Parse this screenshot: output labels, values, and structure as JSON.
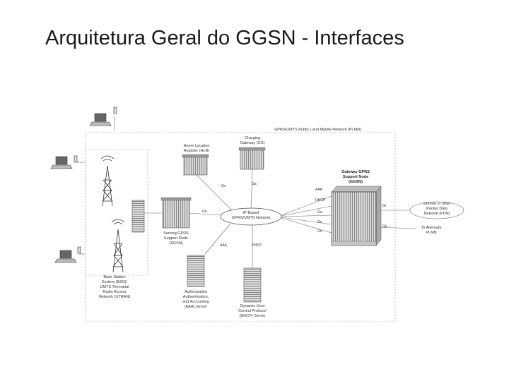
{
  "slide": {
    "title": "Arquitetura Geral do GGSN - Interfaces"
  },
  "diagram": {
    "plmn_label": "GPRS/UMTS Public Land Mobile Network (PLMN)",
    "nodes": {
      "hlr": "Home Location\nRegister (HLR)",
      "cg": "Charging\nGateway (CG)",
      "ggsn": "Gateway GPRS\nSupport Node\n(GGSN)",
      "sgsn": "Serving GPRS\nSupport Node\n(SGSN)",
      "ip_network": "IP-Based\nGPRS/UMTS Network",
      "bss": "Base Station\nSystem (BSS)/\nUMTS Terrestrial\nRadio Access\nNetwork (UTRAN)",
      "aaa": "Authorization\nAuthentication,\nand Accounting\n(AAA) Server",
      "dhcp": "Dynamic Host\nControl Protocol\n(DHCP) Server",
      "pdn": "Internet or other\nPacket Data\nNetwork (PDN)",
      "alt_plmn": "To Alternate\nPLMN"
    },
    "interfaces": {
      "gc": "Gc",
      "ga": "Ga",
      "gn_sgsn": "Gn",
      "aaa_link": "AAA",
      "dhcp_link": "DHCP",
      "ggsn_aaa": "AAA",
      "ggsn_dhcp": "DHCP",
      "ggsn_ga": "Ga",
      "ggsn_gn": "Gn",
      "ggsn_gn2": "Gn",
      "gi": "Gi",
      "gp": "Gp"
    }
  }
}
